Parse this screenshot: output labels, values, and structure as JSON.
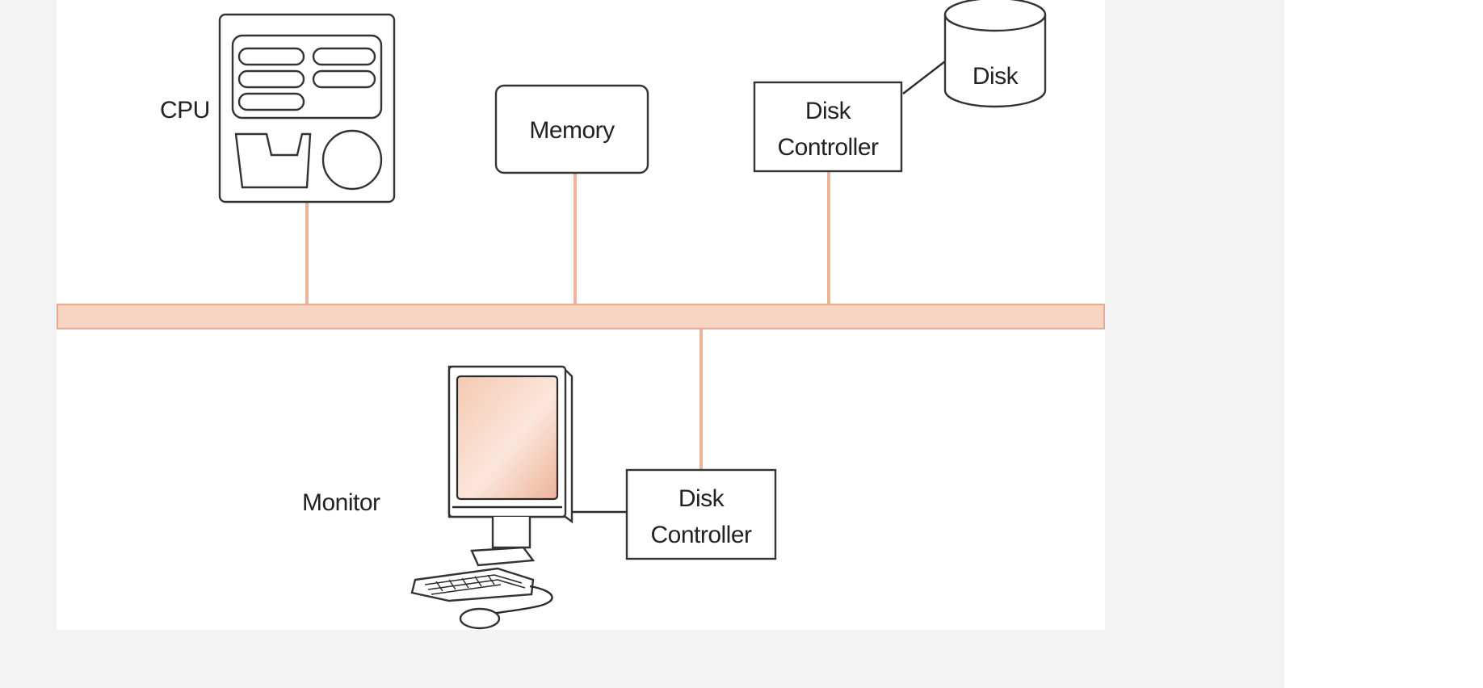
{
  "diagram": {
    "cpu_label": "CPU",
    "memory_label": "Memory",
    "disk_label": "Disk",
    "disk_controller_top": {
      "line1": "Disk",
      "line2": "Controller"
    },
    "disk_controller_bottom": {
      "line1": "Disk",
      "line2": "Controller"
    },
    "monitor_label": "Monitor"
  },
  "colors": {
    "bus_fill": "#f7d3c2",
    "bus_stroke": "#e8a98c",
    "connector": "#ecb49a",
    "outline": "#333333",
    "canvas_background": "#ffffff",
    "page_background": "#f3f3f3"
  }
}
